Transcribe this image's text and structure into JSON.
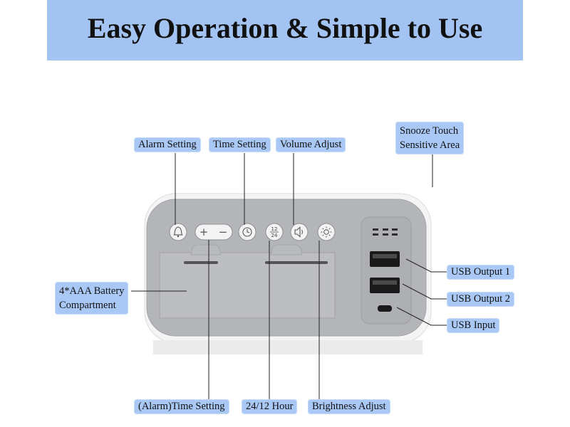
{
  "title": "Easy Operation & Simple to Use",
  "labels": {
    "alarm_setting": "Alarm Setting",
    "time_setting": "Time Setting",
    "volume_adjust": "Volume Adjust",
    "snooze_line1": "Snooze Touch",
    "snooze_line2": "Sensitive Area",
    "battery_line1": "4*AAA Battery",
    "battery_line2": "Compartment",
    "usb_output_1": "USB Output 1",
    "usb_output_2": "USB Output 2",
    "usb_input": "USB Input",
    "alarm_time_setting": "(Alarm)Time Setting",
    "hour_24_12": "24/12 Hour",
    "brightness_adjust": "Brightness Adjust"
  },
  "buttons": {
    "plus": "+",
    "minus": "−",
    "hour_top": "12",
    "hour_bottom": "24"
  },
  "colors": {
    "banner": "#a3c4f3",
    "callout": "#a9c8f5",
    "device_body": "#b4b5b8"
  },
  "icons": [
    "bell-icon",
    "clock-icon",
    "speaker-icon",
    "sun-icon",
    "speaker-grille-icon"
  ]
}
